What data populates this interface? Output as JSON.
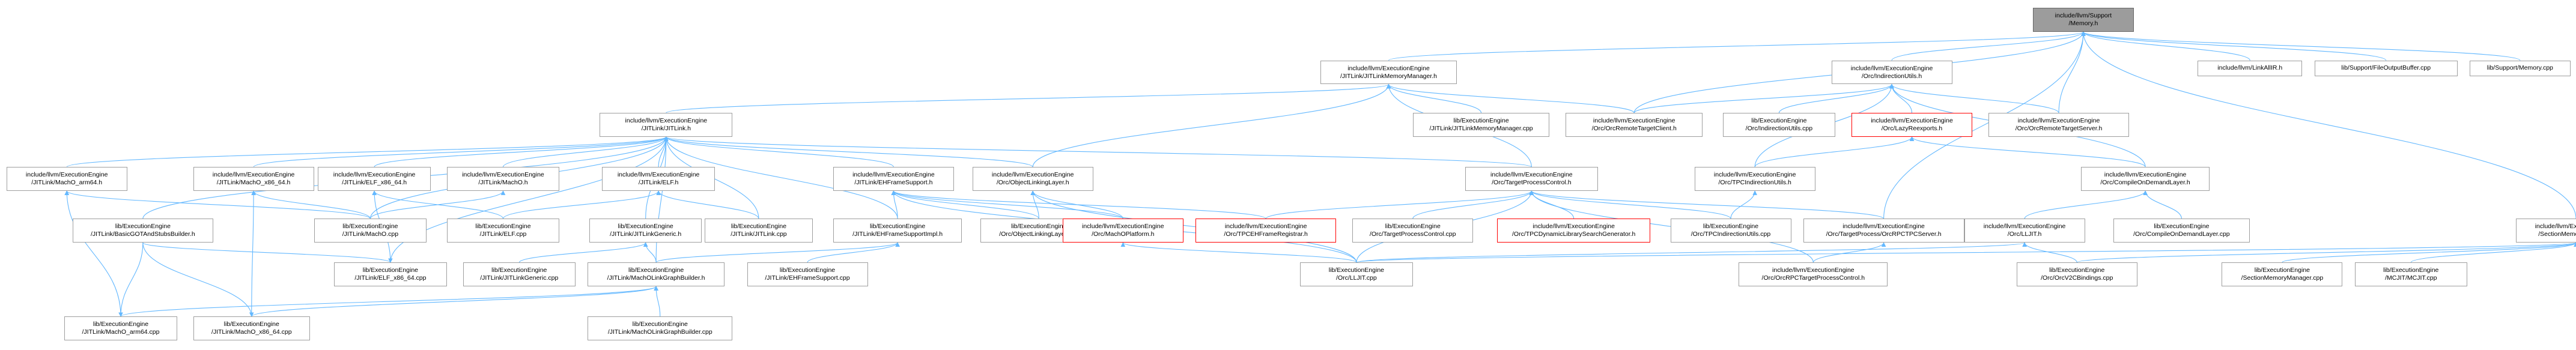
{
  "graph": {
    "edge_color": "#63b8ff",
    "nodes": [
      {
        "id": "memory_h",
        "lines": [
          "include/llvm/Support",
          "/Memory.h"
        ],
        "root": true
      },
      {
        "id": "jitlink_mm_h",
        "lines": [
          "include/llvm/ExecutionEngine",
          "/JITLink/JITLinkMemoryManager.h"
        ]
      },
      {
        "id": "indirection_utils_h",
        "lines": [
          "include/llvm/ExecutionEngine",
          "/Orc/IndirectionUtils.h"
        ]
      },
      {
        "id": "link_all_ir_h",
        "lines": [
          "include/llvm/LinkAllIR.h"
        ]
      },
      {
        "id": "file_output_buffer_cpp",
        "lines": [
          "lib/Support/FileOutputBuffer.cpp"
        ]
      },
      {
        "id": "memory_cpp",
        "lines": [
          "lib/Support/Memory.cpp"
        ]
      },
      {
        "id": "jitlink_h",
        "lines": [
          "include/llvm/ExecutionEngine",
          "/JITLink/JITLink.h"
        ]
      },
      {
        "id": "jitlink_mm_cpp",
        "lines": [
          "lib/ExecutionEngine",
          "/JITLink/JITLinkMemoryManager.cpp"
        ]
      },
      {
        "id": "orc_remote_target_client_h",
        "lines": [
          "include/llvm/ExecutionEngine",
          "/Orc/OrcRemoteTargetClient.h"
        ]
      },
      {
        "id": "indirection_utils_cpp",
        "lines": [
          "lib/ExecutionEngine",
          "/Orc/IndirectionUtils.cpp"
        ]
      },
      {
        "id": "lazy_reexports_h",
        "lines": [
          "include/llvm/ExecutionEngine",
          "/Orc/LazyReexports.h"
        ],
        "red": true
      },
      {
        "id": "orc_remote_target_server_h",
        "lines": [
          "include/llvm/ExecutionEngine",
          "/Orc/OrcRemoteTargetServer.h"
        ]
      },
      {
        "id": "macho_arm64_h",
        "lines": [
          "include/llvm/ExecutionEngine",
          "/JITLink/MachO_arm64.h"
        ]
      },
      {
        "id": "macho_x86_64_h",
        "lines": [
          "include/llvm/ExecutionEngine",
          "/JITLink/MachO_x86_64.h"
        ]
      },
      {
        "id": "elf_x86_64_h",
        "lines": [
          "include/llvm/ExecutionEngine",
          "/JITLink/ELF_x86_64.h"
        ]
      },
      {
        "id": "macho_h",
        "lines": [
          "include/llvm/ExecutionEngine",
          "/JITLink/MachO.h"
        ]
      },
      {
        "id": "elf_h",
        "lines": [
          "include/llvm/ExecutionEngine",
          "/JITLink/ELF.h"
        ]
      },
      {
        "id": "eh_frame_support_h",
        "lines": [
          "include/llvm/ExecutionEngine",
          "/JITLink/EHFrameSupport.h"
        ]
      },
      {
        "id": "object_linking_layer_h",
        "lines": [
          "include/llvm/ExecutionEngine",
          "/Orc/ObjectLinkingLayer.h"
        ]
      },
      {
        "id": "target_process_control_h",
        "lines": [
          "include/llvm/ExecutionEngine",
          "/Orc/TargetProcessControl.h"
        ]
      },
      {
        "id": "tpc_indirection_utils_h",
        "lines": [
          "include/llvm/ExecutionEngine",
          "/Orc/TPCIndirectionUtils.h"
        ]
      },
      {
        "id": "compile_on_demand_layer_h",
        "lines": [
          "include/llvm/ExecutionEngine",
          "/Orc/CompileOnDemandLayer.h"
        ]
      },
      {
        "id": "basic_got_stubs_builder_h",
        "lines": [
          "lib/ExecutionEngine",
          "/JITLink/BasicGOTAndStubsBuilder.h"
        ]
      },
      {
        "id": "macho_cpp",
        "lines": [
          "lib/ExecutionEngine",
          "/JITLink/MachO.cpp"
        ]
      },
      {
        "id": "elf_cpp",
        "lines": [
          "lib/ExecutionEngine",
          "/JITLink/ELF.cpp"
        ]
      },
      {
        "id": "jitlink_generic_h",
        "lines": [
          "lib/ExecutionEngine",
          "/JITLink/JITLinkGeneric.h"
        ]
      },
      {
        "id": "jitlink_cpp",
        "lines": [
          "lib/ExecutionEngine",
          "/JITLink/JITLink.cpp"
        ]
      },
      {
        "id": "eh_frame_support_impl_h",
        "lines": [
          "lib/ExecutionEngine",
          "/JITLink/EHFrameSupportImpl.h"
        ]
      },
      {
        "id": "object_linking_layer_cpp",
        "lines": [
          "lib/ExecutionEngine",
          "/Orc/ObjectLinkingLayer.cpp"
        ]
      },
      {
        "id": "macho_platform_h",
        "lines": [
          "include/llvm/ExecutionEngine",
          "/Orc/MachOPlatform.h"
        ],
        "red": true
      },
      {
        "id": "tpc_eh_frame_registrar_h",
        "lines": [
          "include/llvm/ExecutionEngine",
          "/Orc/TPCEHFrameRegistrar.h"
        ],
        "red": true
      },
      {
        "id": "target_process_control_cpp",
        "lines": [
          "lib/ExecutionEngine",
          "/Orc/TargetProcessControl.cpp"
        ]
      },
      {
        "id": "tpc_dynamic_library_search_generator_h",
        "lines": [
          "include/llvm/ExecutionEngine",
          "/Orc/TPCDynamicLibrarySearchGenerator.h"
        ],
        "red": true
      },
      {
        "id": "tpc_indirection_utils_cpp",
        "lines": [
          "lib/ExecutionEngine",
          "/Orc/TPCIndirectionUtils.cpp"
        ]
      },
      {
        "id": "orc_rpc_tpc_server_h",
        "lines": [
          "include/llvm/ExecutionEngine",
          "/Orc/TargetProcess/OrcRPCTPCServer.h"
        ]
      },
      {
        "id": "lljit_h",
        "lines": [
          "include/llvm/ExecutionEngine",
          "/Orc/LLJIT.h"
        ]
      },
      {
        "id": "compile_on_demand_layer_cpp",
        "lines": [
          "lib/ExecutionEngine",
          "/Orc/CompileOnDemandLayer.cpp"
        ]
      },
      {
        "id": "section_memory_manager_h",
        "lines": [
          "include/llvm/ExecutionEngine",
          "/SectionMemoryManager.h"
        ]
      },
      {
        "id": "elf_x86_64_cpp",
        "lines": [
          "lib/ExecutionEngine",
          "/JITLink/ELF_x86_64.cpp"
        ]
      },
      {
        "id": "jitlink_generic_cpp",
        "lines": [
          "lib/ExecutionEngine",
          "/JITLink/JITLinkGeneric.cpp"
        ]
      },
      {
        "id": "macho_link_graph_builder_h",
        "lines": [
          "lib/ExecutionEngine",
          "/JITLink/MachOLinkGraphBuilder.h"
        ]
      },
      {
        "id": "eh_frame_support_cpp",
        "lines": [
          "lib/ExecutionEngine",
          "/JITLink/EHFrameSupport.cpp"
        ]
      },
      {
        "id": "lljit_cpp",
        "lines": [
          "lib/ExecutionEngine",
          "/Orc/LLJIT.cpp"
        ]
      },
      {
        "id": "orc_rpc_target_process_control_h",
        "lines": [
          "include/llvm/ExecutionEngine",
          "/Orc/OrcRPCTargetProcessControl.h"
        ]
      },
      {
        "id": "orc_v2_c_bindings_cpp",
        "lines": [
          "lib/ExecutionEngine",
          "/Orc/OrcV2CBindings.cpp"
        ]
      },
      {
        "id": "section_memory_manager_cpp",
        "lines": [
          "lib/ExecutionEngine",
          "/SectionMemoryManager.cpp"
        ]
      },
      {
        "id": "mcjit_rtdyld_cpp",
        "lines": [
          "lib/ExecutionEngine",
          "/MCJIT/MCJIT.cpp"
        ]
      },
      {
        "id": "macho_arm64_cpp",
        "lines": [
          "lib/ExecutionEngine",
          "/JITLink/MachO_arm64.cpp"
        ]
      },
      {
        "id": "macho_x86_64_cpp",
        "lines": [
          "lib/ExecutionEngine",
          "/JITLink/MachO_x86_64.cpp"
        ]
      },
      {
        "id": "macho_link_graph_builder_cpp",
        "lines": [
          "lib/ExecutionEngine",
          "/JITLink/MachOLinkGraphBuilder.cpp"
        ]
      }
    ],
    "edges": [
      [
        "jitlink_mm_h",
        "memory_h"
      ],
      [
        "indirection_utils_h",
        "memory_h"
      ],
      [
        "link_all_ir_h",
        "memory_h"
      ],
      [
        "file_output_buffer_cpp",
        "memory_h"
      ],
      [
        "memory_cpp",
        "memory_h"
      ],
      [
        "section_memory_manager_h",
        "memory_h"
      ],
      [
        "orc_remote_target_client_h",
        "memory_h"
      ],
      [
        "orc_remote_target_server_h",
        "memory_h"
      ],
      [
        "orc_rpc_tpc_server_h",
        "memory_h"
      ],
      [
        "jitlink_h",
        "jitlink_mm_h"
      ],
      [
        "jitlink_mm_cpp",
        "jitlink_mm_h"
      ],
      [
        "orc_remote_target_client_h",
        "jitlink_mm_h"
      ],
      [
        "target_process_control_h",
        "jitlink_mm_h"
      ],
      [
        "object_linking_layer_h",
        "jitlink_mm_h"
      ],
      [
        "indirection_utils_cpp",
        "indirection_utils_h"
      ],
      [
        "lazy_reexports_h",
        "indirection_utils_h"
      ],
      [
        "orc_remote_target_client_h",
        "indirection_utils_h"
      ],
      [
        "orc_remote_target_server_h",
        "indirection_utils_h"
      ],
      [
        "tpc_indirection_utils_h",
        "indirection_utils_h"
      ],
      [
        "compile_on_demand_layer_h",
        "indirection_utils_h"
      ],
      [
        "macho_arm64_h",
        "jitlink_h"
      ],
      [
        "macho_x86_64_h",
        "jitlink_h"
      ],
      [
        "elf_x86_64_h",
        "jitlink_h"
      ],
      [
        "macho_h",
        "jitlink_h"
      ],
      [
        "elf_h",
        "jitlink_h"
      ],
      [
        "eh_frame_support_h",
        "jitlink_h"
      ],
      [
        "object_linking_layer_h",
        "jitlink_h"
      ],
      [
        "target_process_control_h",
        "jitlink_h"
      ],
      [
        "basic_got_stubs_builder_h",
        "jitlink_h"
      ],
      [
        "jitlink_generic_h",
        "jitlink_h"
      ],
      [
        "jitlink_cpp",
        "jitlink_h"
      ],
      [
        "elf_x86_64_cpp",
        "jitlink_h"
      ],
      [
        "macho_link_graph_builder_h",
        "jitlink_h"
      ],
      [
        "eh_frame_support_impl_h",
        "jitlink_h"
      ],
      [
        "macho_cpp",
        "jitlink_h"
      ],
      [
        "compile_on_demand_layer_h",
        "lazy_reexports_h"
      ],
      [
        "tpc_indirection_utils_h",
        "lazy_reexports_h"
      ],
      [
        "macho_arm64_cpp",
        "macho_arm64_h"
      ],
      [
        "macho_cpp",
        "macho_arm64_h"
      ],
      [
        "macho_x86_64_cpp",
        "macho_x86_64_h"
      ],
      [
        "macho_cpp",
        "macho_x86_64_h"
      ],
      [
        "elf_x86_64_cpp",
        "elf_x86_64_h"
      ],
      [
        "elf_cpp",
        "elf_x86_64_h"
      ],
      [
        "macho_cpp",
        "macho_h"
      ],
      [
        "elf_cpp",
        "elf_h"
      ],
      [
        "jitlink_cpp",
        "elf_h"
      ],
      [
        "eh_frame_support_impl_h",
        "eh_frame_support_h"
      ],
      [
        "object_linking_layer_cpp",
        "eh_frame_support_h"
      ],
      [
        "macho_platform_h",
        "eh_frame_support_h"
      ],
      [
        "tpc_eh_frame_registrar_h",
        "eh_frame_support_h"
      ],
      [
        "lljit_cpp",
        "eh_frame_support_h"
      ],
      [
        "object_linking_layer_cpp",
        "object_linking_layer_h"
      ],
      [
        "macho_platform_h",
        "object_linking_layer_h"
      ],
      [
        "lljit_cpp",
        "object_linking_layer_h"
      ],
      [
        "tpc_eh_frame_registrar_h",
        "target_process_control_h"
      ],
      [
        "target_process_control_cpp",
        "target_process_control_h"
      ],
      [
        "tpc_dynamic_library_search_generator_h",
        "target_process_control_h"
      ],
      [
        "tpc_indirection_utils_cpp",
        "target_process_control_h"
      ],
      [
        "orc_rpc_tpc_server_h",
        "target_process_control_h"
      ],
      [
        "orc_rpc_target_process_control_h",
        "target_process_control_h"
      ],
      [
        "lljit_cpp",
        "target_process_control_h"
      ],
      [
        "tpc_indirection_utils_cpp",
        "tpc_indirection_utils_h"
      ],
      [
        "compile_on_demand_layer_cpp",
        "compile_on_demand_layer_h"
      ],
      [
        "lljit_h",
        "compile_on_demand_layer_h"
      ],
      [
        "basic_got_stubs_builder_h",
        "macho_arm64_cpp"
      ],
      [
        "basic_got_stubs_builder_h",
        "macho_x86_64_cpp"
      ],
      [
        "basic_got_stubs_builder_h",
        "elf_x86_64_cpp"
      ],
      [
        "jitlink_generic_cpp",
        "jitlink_generic_h"
      ],
      [
        "macho_link_graph_builder_h",
        "jitlink_generic_h"
      ],
      [
        "eh_frame_support_cpp",
        "eh_frame_support_impl_h"
      ],
      [
        "macho_link_graph_builder_h",
        "eh_frame_support_impl_h"
      ],
      [
        "macho_arm64_cpp",
        "macho_link_graph_builder_h"
      ],
      [
        "macho_x86_64_cpp",
        "macho_link_graph_builder_h"
      ],
      [
        "macho_link_graph_builder_cpp",
        "macho_link_graph_builder_h"
      ],
      [
        "lljit_cpp",
        "macho_platform_h"
      ],
      [
        "orc_rpc_target_process_control_h",
        "orc_rpc_tpc_server_h"
      ],
      [
        "lljit_cpp",
        "lljit_h"
      ],
      [
        "orc_v2_c_bindings_cpp",
        "lljit_h"
      ],
      [
        "orc_v2_c_bindings_cpp",
        "section_memory_manager_h"
      ],
      [
        "section_memory_manager_cpp",
        "section_memory_manager_h"
      ],
      [
        "mcjit_rtdyld_cpp",
        "section_memory_manager_h"
      ],
      [
        "lljit_cpp",
        "section_memory_manager_h"
      ]
    ]
  }
}
